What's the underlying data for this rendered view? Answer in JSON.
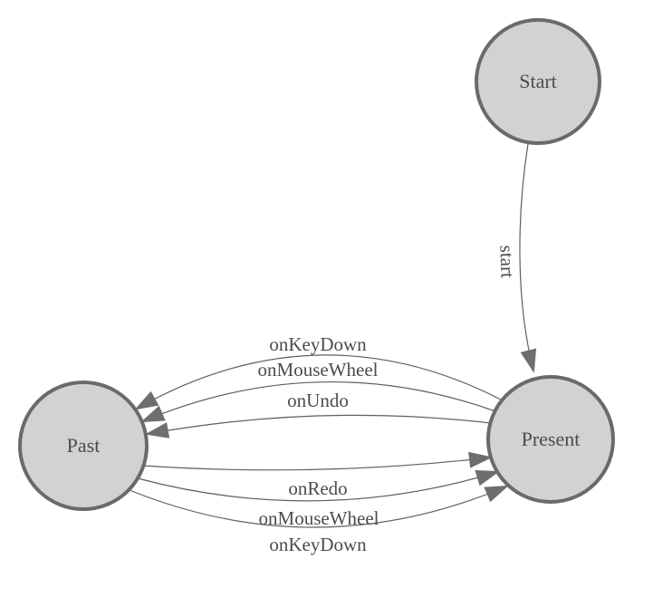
{
  "diagram": {
    "type": "state-machine",
    "nodes": [
      {
        "id": "start",
        "label": "Start"
      },
      {
        "id": "present",
        "label": "Present"
      },
      {
        "id": "past",
        "label": "Past"
      }
    ],
    "edges": [
      {
        "from": "start",
        "to": "present",
        "label": "start"
      },
      {
        "from": "present",
        "to": "past",
        "label": "onKeyDown"
      },
      {
        "from": "present",
        "to": "past",
        "label": "onMouseWheel"
      },
      {
        "from": "present",
        "to": "past",
        "label": "onUndo"
      },
      {
        "from": "past",
        "to": "present",
        "label": "onRedo"
      },
      {
        "from": "past",
        "to": "present",
        "label": "onMouseWheel"
      },
      {
        "from": "past",
        "to": "present",
        "label": "onKeyDown"
      }
    ],
    "colors": {
      "background": "#ffffff",
      "node_fill": "#d2d2d2",
      "node_border": "#6a6a6a",
      "edge_line": "#5f5f5f",
      "arrowhead": "#6e6e6e",
      "text": "#4c4c4c"
    }
  }
}
